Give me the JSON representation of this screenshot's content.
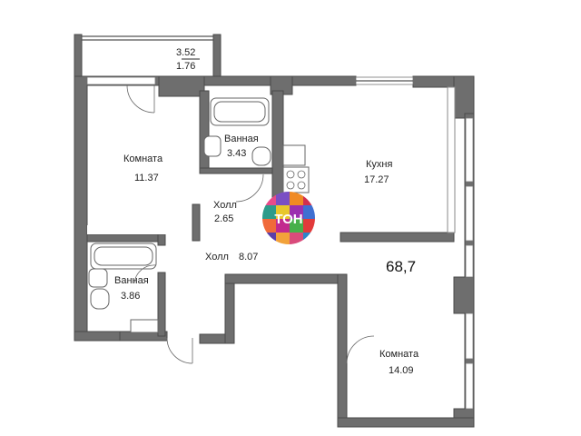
{
  "balcony": {
    "area_top": "3.52",
    "area_bottom": "1.76"
  },
  "rooms": [
    {
      "id": "room-1",
      "name": "Комната",
      "area": "11.37"
    },
    {
      "id": "bath-1",
      "name": "Ванная",
      "area": "3.43"
    },
    {
      "id": "hall-1",
      "name": "Холл",
      "area": "2.65"
    },
    {
      "id": "kitchen",
      "name": "Кухня",
      "area": "17.27"
    },
    {
      "id": "hall-2",
      "name": "Холл",
      "area": "8.07"
    },
    {
      "id": "bath-2",
      "name": "Ванная",
      "area": "3.86"
    },
    {
      "id": "room-2",
      "name": "Комната",
      "area": "14.09"
    }
  ],
  "total_area": "68,7",
  "logo": {
    "text": "ТОН"
  },
  "colors": {
    "wall": "#6e6e6e",
    "window": "#ffffff",
    "line": "#555555"
  }
}
